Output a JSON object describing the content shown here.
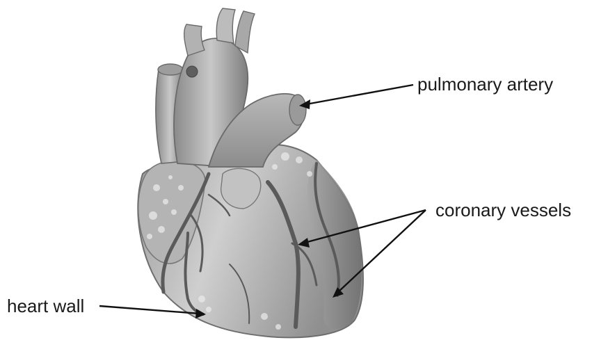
{
  "labels": {
    "pulmonary_artery": "pulmonary artery",
    "coronary_vessels": "coronary vessels",
    "heart_wall": "heart wall"
  }
}
